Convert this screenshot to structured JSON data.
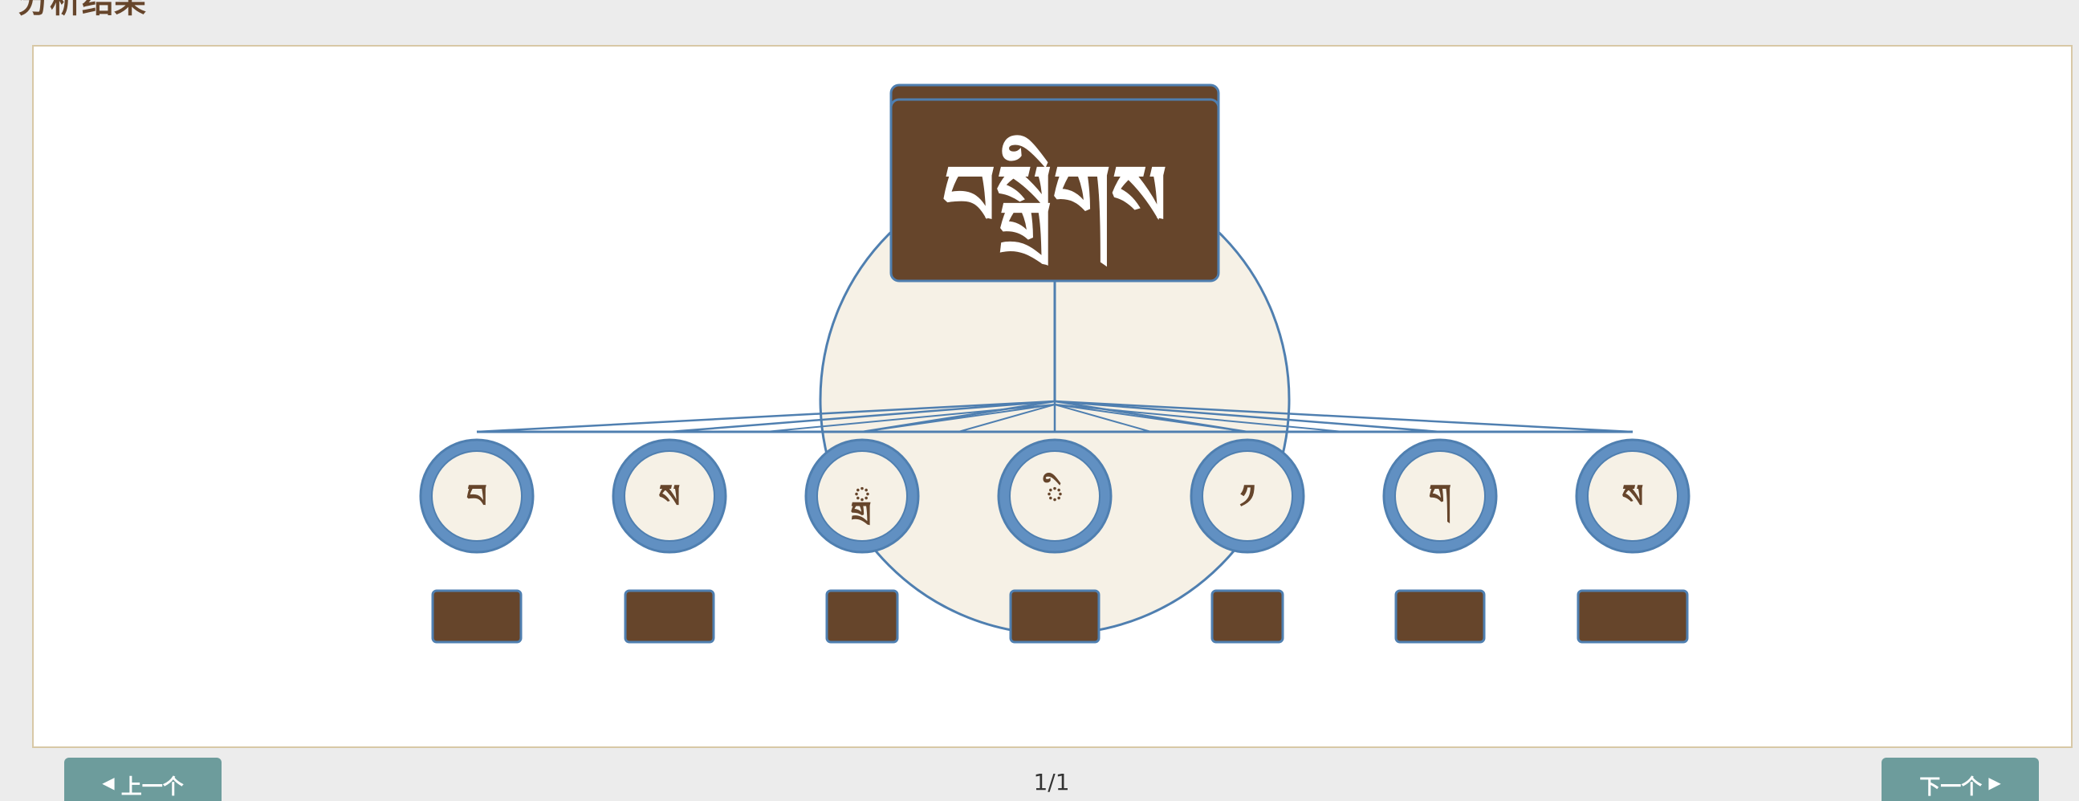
{
  "header": {
    "title": "分析结果"
  },
  "diagram": {
    "root_label": "བསྒྲིགས",
    "components": [
      {
        "char": "བ"
      },
      {
        "char": "ས"
      },
      {
        "char": "ྒྲ"
      },
      {
        "char": "ི"
      },
      {
        "char": "༡"
      },
      {
        "char": "ག"
      },
      {
        "char": "ས"
      }
    ],
    "colors": {
      "box_fill": "#66452b",
      "line": "#4f7fb0",
      "ring": "#6190c2",
      "bubble_fill": "#f6f1e6",
      "char_color": "#66452b",
      "root_text": "#ffffff"
    }
  },
  "pagination": {
    "prev_label": "上一个",
    "next_label": "下一个",
    "prev_icon": "triangle-left-icon",
    "next_icon": "triangle-right-icon",
    "page_text": "1/1"
  }
}
